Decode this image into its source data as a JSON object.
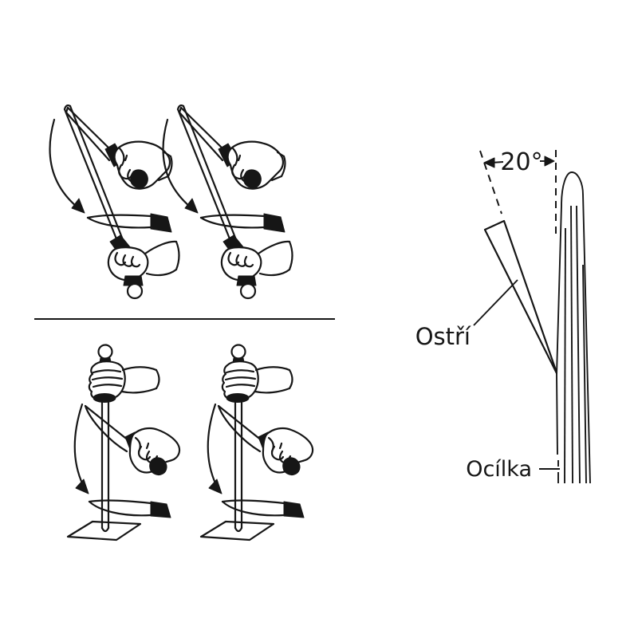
{
  "figure": {
    "angle_label": "20°",
    "blade_label": "Ostří",
    "steel_label": "Ocílka"
  },
  "colors": {
    "ink": "#161616",
    "background": "#ffffff"
  }
}
